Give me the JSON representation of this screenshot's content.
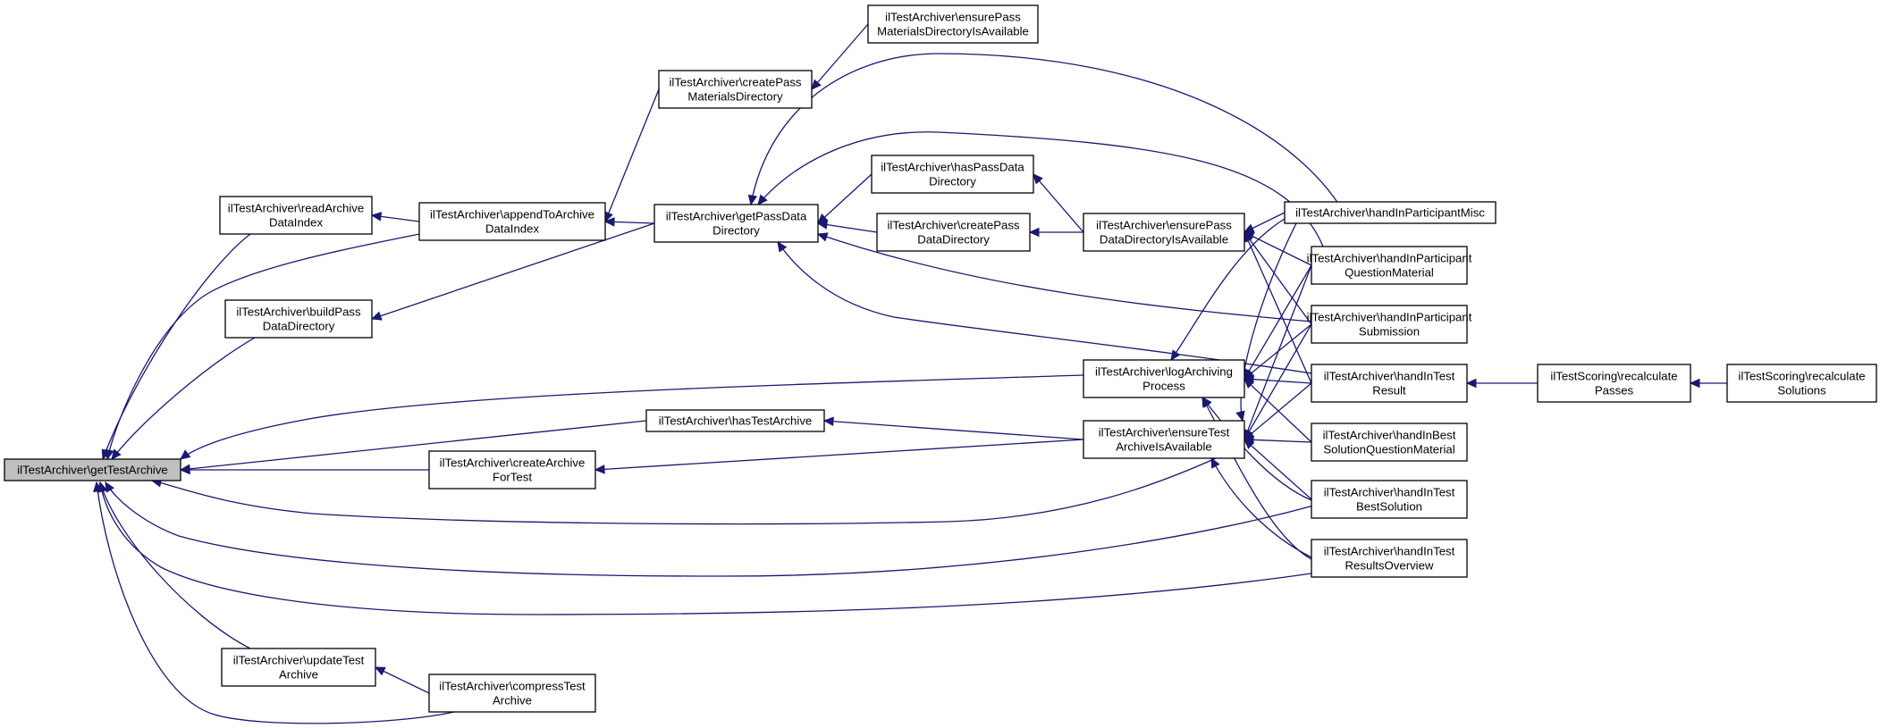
{
  "graph": {
    "colors": {
      "edge": "#191970",
      "root_fill": "#bfbfbf",
      "node_fill": "#ffffff",
      "node_border": "#000000"
    },
    "nodes": [
      {
        "id": "getTestArchive",
        "lines": [
          "ilTestArchiver\\getTestArchive"
        ],
        "root": true
      },
      {
        "id": "readArchiveDataIndex",
        "lines": [
          "ilTestArchiver\\readArchive",
          "DataIndex"
        ]
      },
      {
        "id": "appendToArchiveDataIndex",
        "lines": [
          "ilTestArchiver\\appendToArchive",
          "DataIndex"
        ]
      },
      {
        "id": "buildPassDataDirectory",
        "lines": [
          "ilTestArchiver\\buildPass",
          "DataDirectory"
        ]
      },
      {
        "id": "hasTestArchive",
        "lines": [
          "ilTestArchiver\\hasTestArchive"
        ]
      },
      {
        "id": "createArchiveForTest",
        "lines": [
          "ilTestArchiver\\createArchive",
          "ForTest"
        ]
      },
      {
        "id": "updateTestArchive",
        "lines": [
          "ilTestArchiver\\updateTest",
          "Archive"
        ]
      },
      {
        "id": "compressTestArchive",
        "lines": [
          "ilTestArchiver\\compressTest",
          "Archive"
        ]
      },
      {
        "id": "getPassDataDirectory",
        "lines": [
          "ilTestArchiver\\getPassData",
          "Directory"
        ]
      },
      {
        "id": "createPassMaterialsDirectory",
        "lines": [
          "ilTestArchiver\\createPass",
          "MaterialsDirectory"
        ]
      },
      {
        "id": "ensurePassMaterialsDirectoryIsAvailable",
        "lines": [
          "ilTestArchiver\\ensurePass",
          "MaterialsDirectoryIsAvailable"
        ]
      },
      {
        "id": "hasPassDataDirectory",
        "lines": [
          "ilTestArchiver\\hasPassData",
          "Directory"
        ]
      },
      {
        "id": "createPassDataDirectory",
        "lines": [
          "ilTestArchiver\\createPass",
          "DataDirectory"
        ]
      },
      {
        "id": "ensurePassDataDirectoryIsAvailable",
        "lines": [
          "ilTestArchiver\\ensurePass",
          "DataDirectoryIsAvailable"
        ]
      },
      {
        "id": "logArchivingProcess",
        "lines": [
          "ilTestArchiver\\logArchiving",
          "Process"
        ]
      },
      {
        "id": "ensureTestArchiveIsAvailable",
        "lines": [
          "ilTestArchiver\\ensureTest",
          "ArchiveIsAvailable"
        ]
      },
      {
        "id": "handInParticipantMisc",
        "lines": [
          "ilTestArchiver\\handInParticipantMisc"
        ]
      },
      {
        "id": "handInParticipantQuestionMaterial",
        "lines": [
          "ilTestArchiver\\handInParticipant",
          "QuestionMaterial"
        ]
      },
      {
        "id": "handInParticipantSubmission",
        "lines": [
          "ilTestArchiver\\handInParticipant",
          "Submission"
        ]
      },
      {
        "id": "handInTestResult",
        "lines": [
          "ilTestArchiver\\handInTest",
          "Result"
        ]
      },
      {
        "id": "handInBestSolutionQuestionMaterial",
        "lines": [
          "ilTestArchiver\\handInBest",
          "SolutionQuestionMaterial"
        ]
      },
      {
        "id": "handInTestBestSolution",
        "lines": [
          "ilTestArchiver\\handInTest",
          "BestSolution"
        ]
      },
      {
        "id": "handInTestResultsOverview",
        "lines": [
          "ilTestArchiver\\handInTest",
          "ResultsOverview"
        ]
      },
      {
        "id": "recalculatePasses",
        "lines": [
          "ilTestScoring\\recalculate",
          "Passes"
        ]
      },
      {
        "id": "recalculateSolutions",
        "lines": [
          "ilTestScoring\\recalculate",
          "Solutions"
        ]
      }
    ],
    "edges": [
      {
        "from": "readArchiveDataIndex",
        "to": "getTestArchive"
      },
      {
        "from": "appendToArchiveDataIndex",
        "to": "getTestArchive"
      },
      {
        "from": "buildPassDataDirectory",
        "to": "getTestArchive"
      },
      {
        "from": "hasTestArchive",
        "to": "getTestArchive"
      },
      {
        "from": "createArchiveForTest",
        "to": "getTestArchive"
      },
      {
        "from": "updateTestArchive",
        "to": "getTestArchive"
      },
      {
        "from": "compressTestArchive",
        "to": "getTestArchive"
      },
      {
        "from": "logArchivingProcess",
        "to": "getTestArchive"
      },
      {
        "from": "ensureTestArchiveIsAvailable",
        "to": "getTestArchive"
      },
      {
        "from": "handInTestBestSolution",
        "to": "getTestArchive"
      },
      {
        "from": "handInTestResultsOverview",
        "to": "getTestArchive"
      },
      {
        "from": "appendToArchiveDataIndex",
        "to": "readArchiveDataIndex"
      },
      {
        "from": "getPassDataDirectory",
        "to": "appendToArchiveDataIndex"
      },
      {
        "from": "createPassMaterialsDirectory",
        "to": "appendToArchiveDataIndex"
      },
      {
        "from": "getPassDataDirectory",
        "to": "buildPassDataDirectory"
      },
      {
        "from": "ensurePassMaterialsDirectoryIsAvailable",
        "to": "createPassMaterialsDirectory"
      },
      {
        "from": "hasPassDataDirectory",
        "to": "getPassDataDirectory"
      },
      {
        "from": "createPassDataDirectory",
        "to": "getPassDataDirectory"
      },
      {
        "from": "handInParticipantMisc",
        "to": "getPassDataDirectory"
      },
      {
        "from": "handInParticipantQuestionMaterial",
        "to": "getPassDataDirectory"
      },
      {
        "from": "handInParticipantSubmission",
        "to": "getPassDataDirectory"
      },
      {
        "from": "handInTestResult",
        "to": "getPassDataDirectory"
      },
      {
        "from": "ensurePassDataDirectoryIsAvailable",
        "to": "hasPassDataDirectory"
      },
      {
        "from": "ensurePassDataDirectoryIsAvailable",
        "to": "createPassDataDirectory"
      },
      {
        "from": "handInParticipantMisc",
        "to": "ensurePassDataDirectoryIsAvailable"
      },
      {
        "from": "handInParticipantQuestionMaterial",
        "to": "ensurePassDataDirectoryIsAvailable"
      },
      {
        "from": "handInParticipantSubmission",
        "to": "ensurePassDataDirectoryIsAvailable"
      },
      {
        "from": "handInTestResult",
        "to": "ensurePassDataDirectoryIsAvailable"
      },
      {
        "from": "handInParticipantMisc",
        "to": "logArchivingProcess"
      },
      {
        "from": "handInParticipantQuestionMaterial",
        "to": "logArchivingProcess"
      },
      {
        "from": "handInParticipantSubmission",
        "to": "logArchivingProcess"
      },
      {
        "from": "handInTestResult",
        "to": "logArchivingProcess"
      },
      {
        "from": "handInBestSolutionQuestionMaterial",
        "to": "logArchivingProcess"
      },
      {
        "from": "handInTestBestSolution",
        "to": "logArchivingProcess"
      },
      {
        "from": "handInTestResultsOverview",
        "to": "logArchivingProcess"
      },
      {
        "from": "ensureTestArchiveIsAvailable",
        "to": "hasTestArchive"
      },
      {
        "from": "ensureTestArchiveIsAvailable",
        "to": "createArchiveForTest"
      },
      {
        "from": "handInParticipantMisc",
        "to": "ensureTestArchiveIsAvailable"
      },
      {
        "from": "handInParticipantQuestionMaterial",
        "to": "ensureTestArchiveIsAvailable"
      },
      {
        "from": "handInParticipantSubmission",
        "to": "ensureTestArchiveIsAvailable"
      },
      {
        "from": "handInTestResult",
        "to": "ensureTestArchiveIsAvailable"
      },
      {
        "from": "handInBestSolutionQuestionMaterial",
        "to": "ensureTestArchiveIsAvailable"
      },
      {
        "from": "handInTestBestSolution",
        "to": "ensureTestArchiveIsAvailable"
      },
      {
        "from": "handInTestResultsOverview",
        "to": "ensureTestArchiveIsAvailable"
      },
      {
        "from": "compressTestArchive",
        "to": "updateTestArchive"
      },
      {
        "from": "recalculatePasses",
        "to": "handInTestResult"
      },
      {
        "from": "recalculateSolutions",
        "to": "recalculatePasses"
      }
    ]
  }
}
